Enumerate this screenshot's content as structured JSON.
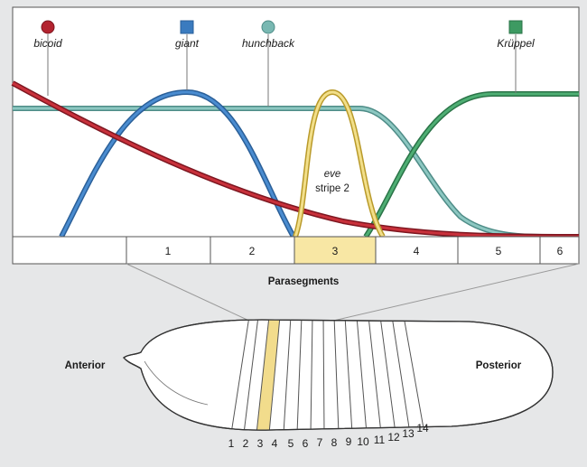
{
  "genes": [
    {
      "id": "bicoid",
      "label": "bicoid",
      "color": "#b3232f",
      "marker": "circle"
    },
    {
      "id": "giant",
      "label": "giant",
      "color": "#3a7bbf",
      "marker": "square"
    },
    {
      "id": "hunchback",
      "label": "hunchback",
      "color": "#79b8b2",
      "marker": "circle"
    },
    {
      "id": "kruppel",
      "label": "Krüppel",
      "color": "#3d9a62",
      "marker": "square"
    }
  ],
  "eve": {
    "line1": "eve",
    "line2": "stripe 2",
    "color": "#ebd36b",
    "highlight": "#f8e7a4"
  },
  "parasegments": {
    "title": "Parasegments",
    "labels": [
      "1",
      "2",
      "3",
      "4",
      "5",
      "6"
    ],
    "highlighted": "3"
  },
  "embryo": {
    "anterior": "Anterior",
    "posterior": "Posterior",
    "segment_numbers": [
      "1",
      "2",
      "3",
      "4",
      "5",
      "6",
      "7",
      "8",
      "9",
      "10",
      "11",
      "12",
      "13",
      "14"
    ]
  }
}
